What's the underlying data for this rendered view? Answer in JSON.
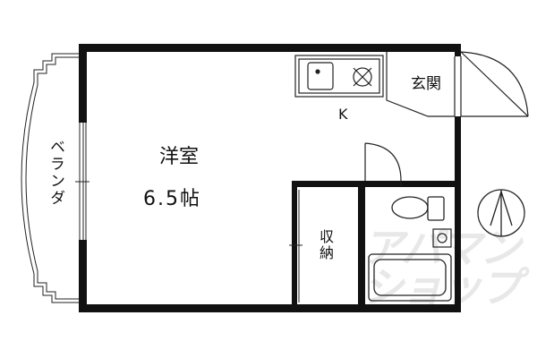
{
  "floorplan": {
    "main_room": {
      "name": "洋室",
      "size": "6.5帖"
    },
    "kitchen": {
      "label": "K"
    },
    "entrance": {
      "label": "玄関"
    },
    "storage": {
      "label": "収納"
    },
    "veranda": {
      "label": "ベランダ"
    },
    "watermark": {
      "line1": "アパマン",
      "line2": "ショップ"
    },
    "colors": {
      "wall": "#111111",
      "line": "#222222",
      "watermark": "#e8e8e8"
    },
    "icons": [
      "stove-icon",
      "toilet-icon",
      "sink-icon",
      "bathtub-icon",
      "compass-north-icon",
      "door-swing-icon"
    ]
  }
}
